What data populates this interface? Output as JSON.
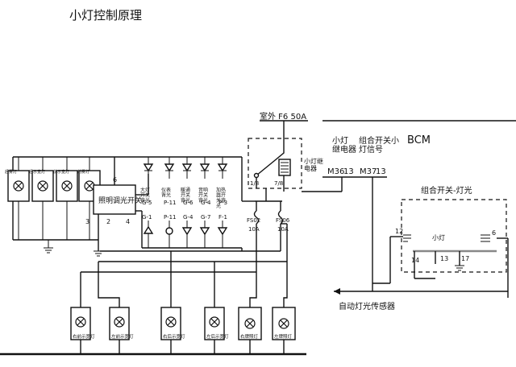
{
  "title": "小灯控制原理",
  "power": {
    "label": "室外 F6 50A"
  },
  "bcm": {
    "label": "BCM"
  },
  "bcm_pins": {
    "m36": "M36",
    "m36_num": "13",
    "m37": "M37",
    "m37_num": "13"
  },
  "bcm_signals": {
    "small_lamp_relay": "小灯\n继电器",
    "combo_switch_signal": "组合开关小\n灯信号"
  },
  "relay": {
    "label": "小灯继\n电器",
    "pin_left": "1/8",
    "pin_right": "7/8"
  },
  "fuses": [
    {
      "name": "FS02",
      "rating": "10A"
    },
    {
      "name": "FS06",
      "rating": "10A"
    }
  ],
  "dimmer": {
    "label": "照明调光开关",
    "pin_top": "6",
    "pin_bottom_left": "3",
    "pin_bottom_mid": "2",
    "pin_bottom_right": "4"
  },
  "indicator_labels": [
    "大灯\n开关\n背光",
    "仪表\n背光",
    "暖通\n开关\n背光",
    "音响\n开关\n背光",
    "加热\n器开\n关背\n光"
  ],
  "connector_codes": [
    "G-1",
    "P-11",
    "G-4",
    "G-7",
    "F-1"
  ],
  "connector_codes_top": [
    "G-5",
    "P-11",
    "G-6",
    "G-4",
    "P-3"
  ],
  "side_lamp_labels": [
    "后雾灯",
    "后示宽灯",
    "前示宽灯",
    "前雾灯"
  ],
  "bottom_lamps": [
    "右前示宽灯",
    "左前示宽灯",
    "右后示宽灯",
    "左后示宽灯",
    "右牌照灯",
    "左牌照灯"
  ],
  "combo_switch": {
    "label": "组合开关-灯光",
    "small_lamp": "小灯",
    "pin_12": "12",
    "pin_6": "6",
    "pin_14": "14",
    "pin_13": "13",
    "pin_17": "17"
  },
  "sensor": {
    "label": "自动灯光传感器"
  }
}
